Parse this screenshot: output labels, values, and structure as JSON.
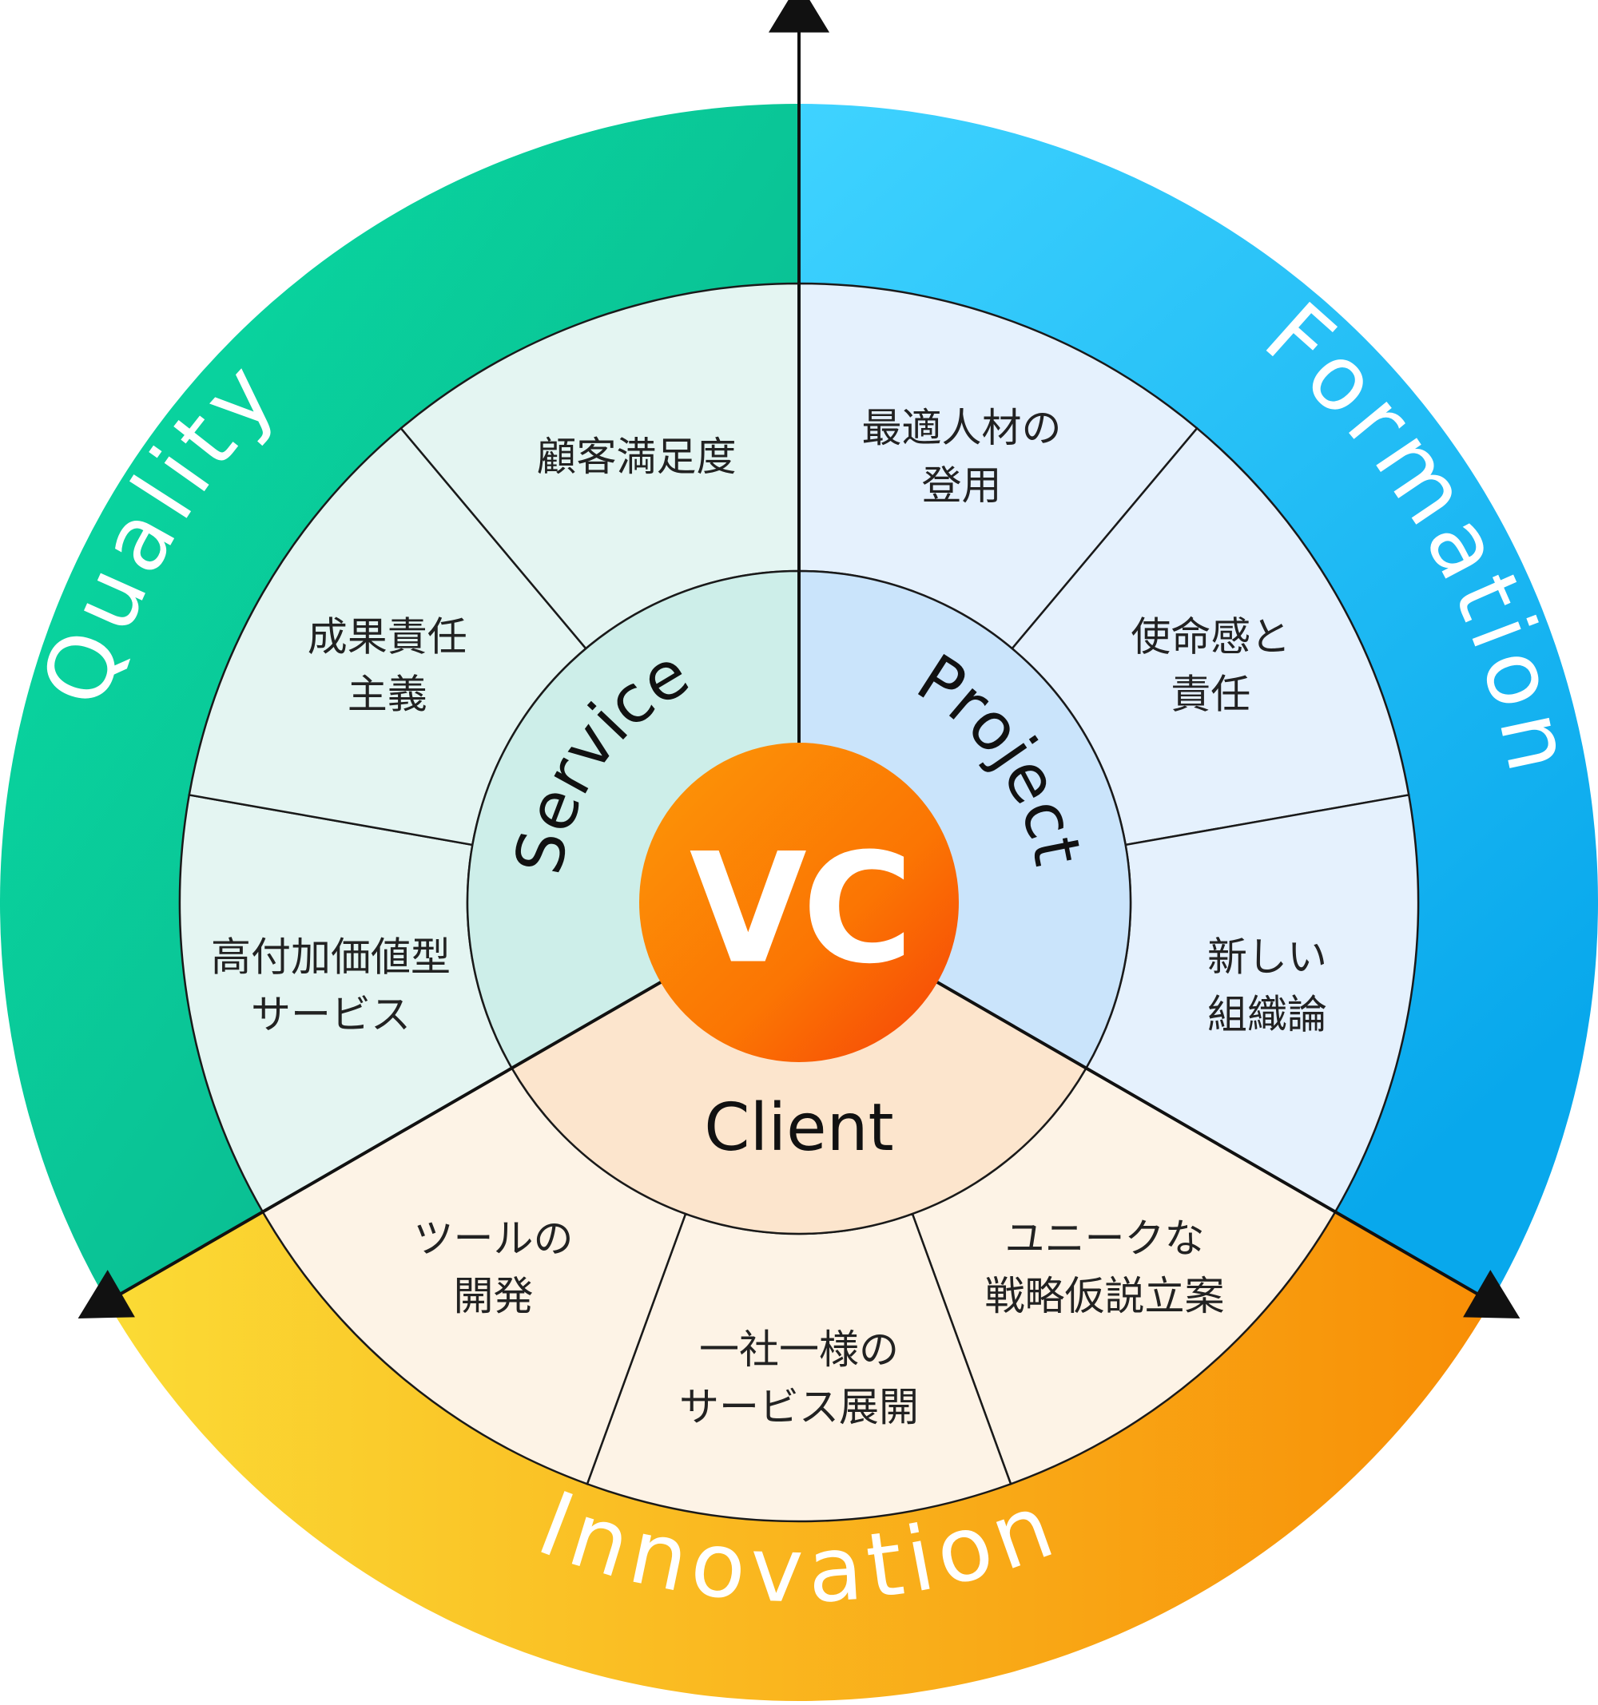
{
  "center": {
    "label": "VC"
  },
  "outer_ring": {
    "quality": "Quality",
    "formation": "Formation",
    "innovation": "Innovation"
  },
  "middle_ring": {
    "service": "Service",
    "project": "Project",
    "client": "Client"
  },
  "items": {
    "service": [
      [
        "高付加価値型",
        "サービス"
      ],
      [
        "成果責任",
        "主義"
      ],
      [
        "顧客満足度"
      ]
    ],
    "project": [
      [
        "最適人材の",
        "登用"
      ],
      [
        "使命感と",
        "責任"
      ],
      [
        "新しい",
        "組織論"
      ]
    ],
    "client": [
      [
        "ユニークな",
        "戦略仮説立案"
      ],
      [
        "一社一様の",
        "サービス展開"
      ],
      [
        "ツールの",
        "開発"
      ]
    ]
  },
  "colors": {
    "quality": "#0ec894",
    "formation": "#21b4f2",
    "innovation": "#f9b51f",
    "service_light": "#e4f5f2",
    "service_mid": "#cdeee9",
    "project_light": "#e5f1fd",
    "project_mid": "#cae4fb",
    "client_light": "#fdf3e6",
    "client_mid": "#fce5cd",
    "center": "#fb7a05",
    "axis": "#111111"
  }
}
